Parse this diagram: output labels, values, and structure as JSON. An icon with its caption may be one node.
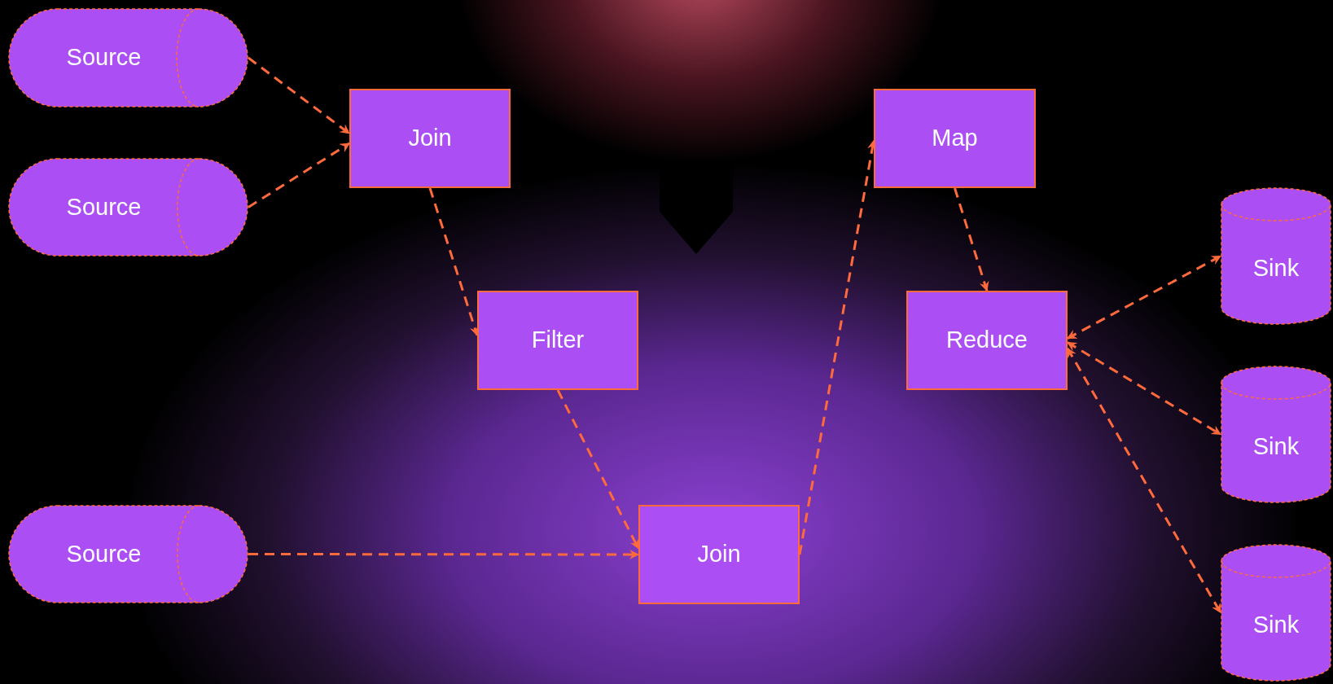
{
  "diagram": {
    "nodes": [
      {
        "text": [
          "Source"
        ]
      },
      {
        "text": [
          "Source"
        ]
      },
      {
        "text": [
          "Source"
        ]
      },
      {
        "text": [
          "Join"
        ]
      },
      {
        "text": [
          "Filter"
        ]
      },
      {
        "text": [
          "Join"
        ]
      },
      {
        "text": [
          "Map"
        ]
      },
      {
        "text": [
          "Reduce"
        ]
      },
      {
        "text": [
          "Sink"
        ]
      },
      {
        "text": [
          "Sink"
        ]
      },
      {
        "text": [
          "Sink"
        ]
      }
    ],
    "edges": [
      {
        "from": 0,
        "to": 3,
        "arrow": "to",
        "style": "dashed"
      },
      {
        "from": 1,
        "to": 3,
        "arrow": "to",
        "style": "dashed"
      },
      {
        "from": 3,
        "to": 4,
        "arrow": "to",
        "style": "dashed"
      },
      {
        "from": 4,
        "to": 5,
        "arrow": "to",
        "style": "dashed"
      },
      {
        "from": 2,
        "to": 5,
        "arrow": "to",
        "style": "dashed"
      },
      {
        "from": 5,
        "to": 6,
        "arrow": "to",
        "style": "dashed"
      },
      {
        "from": 6,
        "to": 7,
        "arrow": "to",
        "style": "dashed"
      },
      {
        "from": 7,
        "to": 8,
        "arrow": "both",
        "style": "dashed"
      },
      {
        "from": 7,
        "to": 9,
        "arrow": "both",
        "style": "dashed"
      },
      {
        "from": 7,
        "to": 10,
        "arrow": "both",
        "style": "dashed"
      }
    ]
  }
}
